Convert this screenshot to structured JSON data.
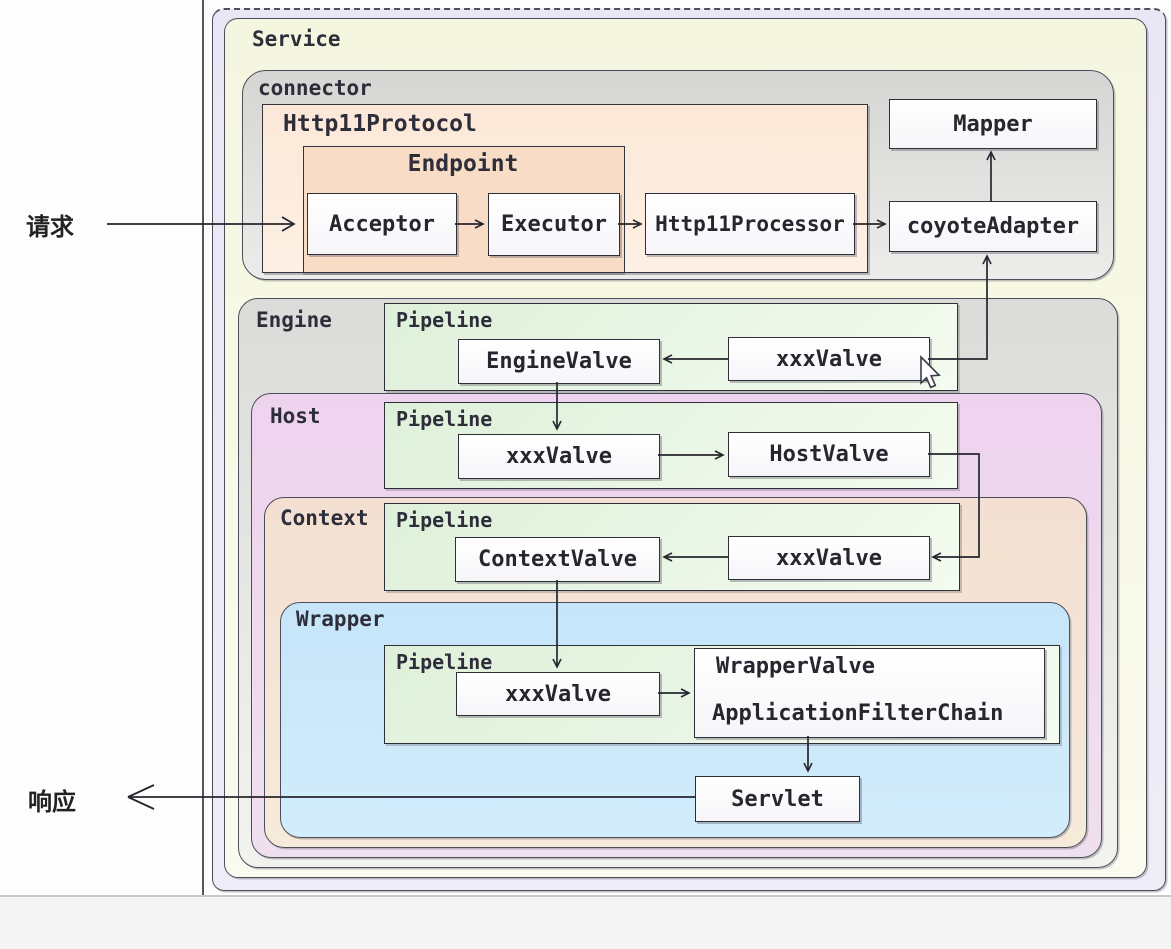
{
  "annotations": {
    "request": "请求",
    "response": "响应"
  },
  "containers": {
    "service": "Service",
    "connector": "connector",
    "http11protocol": "Http11Protocol",
    "endpoint": "Endpoint",
    "engine": "Engine",
    "host": "Host",
    "context": "Context",
    "wrapper": "Wrapper",
    "pipeline": "Pipeline"
  },
  "nodes": {
    "acceptor": "Acceptor",
    "executor": "Executor",
    "http11processor": "Http11Processor",
    "mapper": "Mapper",
    "coyote_adapter": "coyoteAdapter",
    "engine_valve": "EngineValve",
    "engine_xxx_valve": "xxxValve",
    "host_xxx_valve": "xxxValve",
    "host_valve": "HostValve",
    "context_valve": "ContextValve",
    "context_xxx_valve": "xxxValve",
    "wrapper_xxx_valve": "xxxValve",
    "wrapper_valve": "WrapperValve",
    "application_filter_chain": "ApplicationFilterChain",
    "servlet": "Servlet"
  },
  "colors": {
    "outer_container": "#e9e7f5",
    "service_fill": "#f6f7e4",
    "connector_fill": "#d9d9d7",
    "http11protocol_fill": "#fce9da",
    "endpoint_fill": "#f9dcc5",
    "engine_fill": "#dededc",
    "host_fill": "#eed5ee",
    "context_fill": "#f3e2d6",
    "wrapper_fill": "#c9e7fa",
    "pipeline_fill": "#e4f3e1",
    "node_fill": "#fdfdfe",
    "line_color": "#26262e"
  }
}
